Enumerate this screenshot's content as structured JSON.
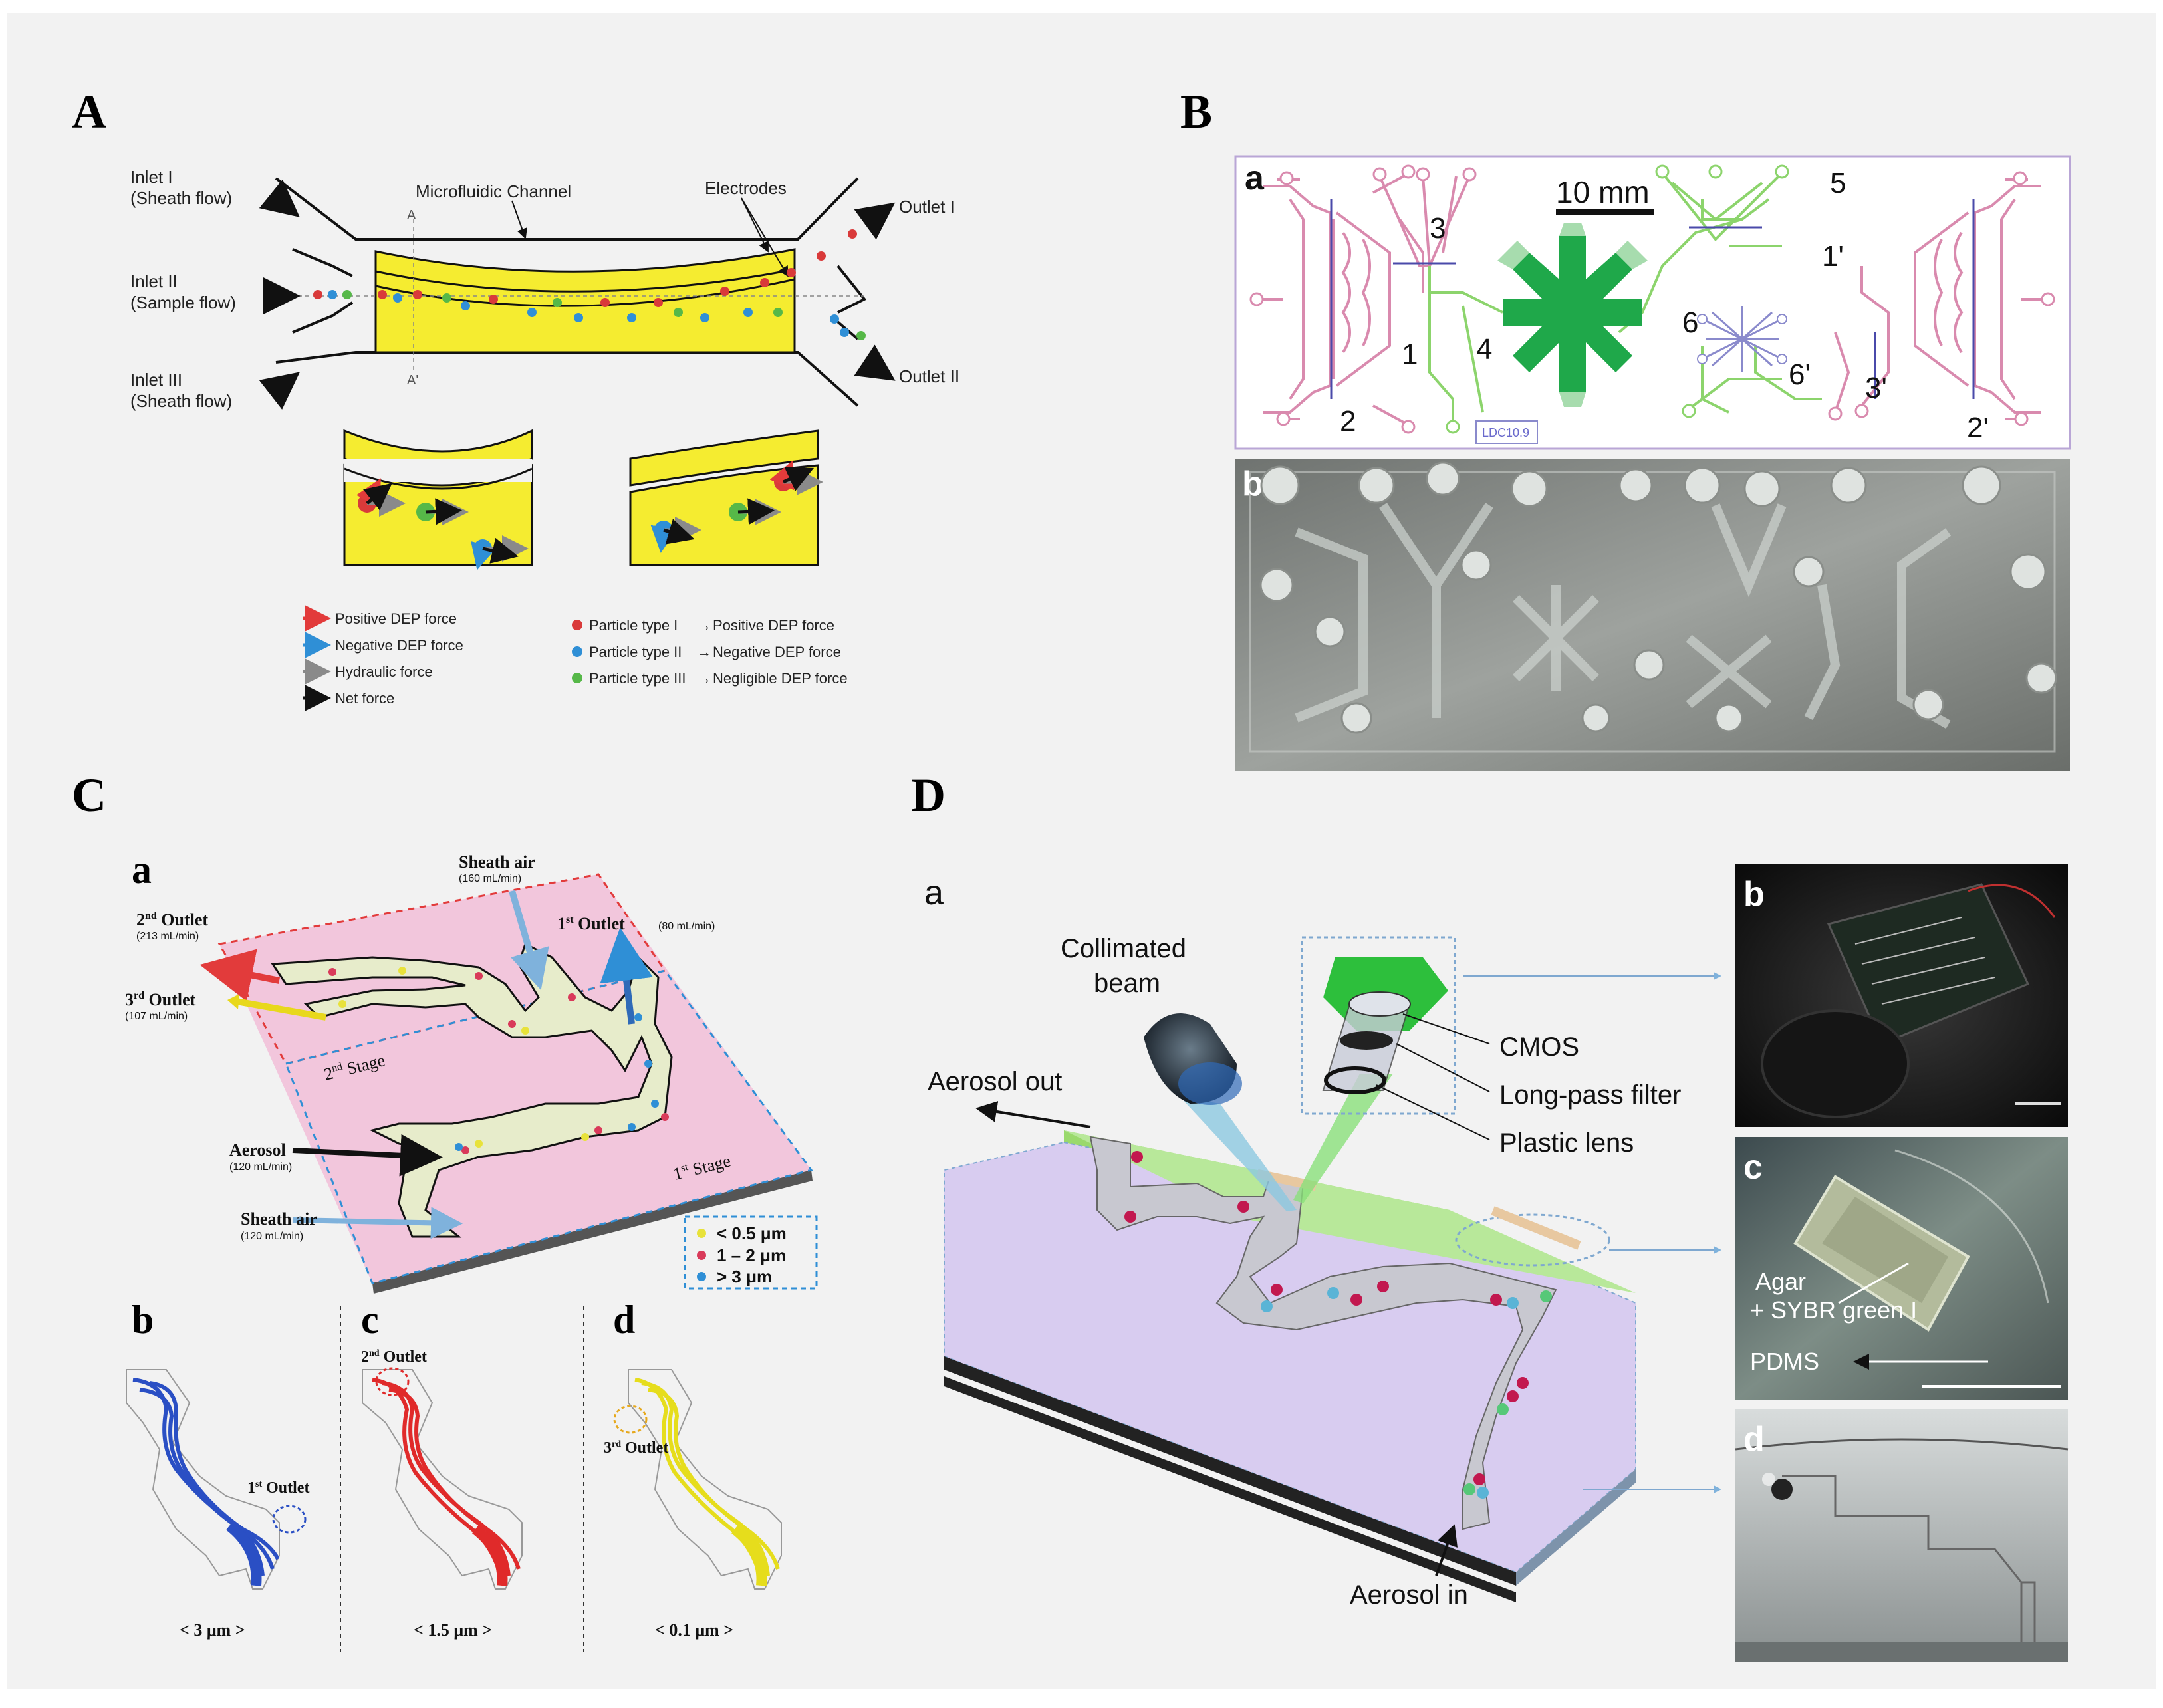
{
  "colors": {
    "background": "#f2f2f2",
    "yellow_channel": "#f5ec30",
    "pink_stage": "#f2c6dc",
    "chip_purple": "#cdbde6",
    "chip_green": "#8cd46c",
    "electrode_green": "#1fa84a",
    "particle_red": "#d93a3a",
    "particle_blue": "#2f8fd6",
    "particle_green": "#56b848",
    "particle_yellow": "#e8e23a",
    "trajectory_blue": "#2a4fc4",
    "trajectory_red": "#e02a2a",
    "trajectory_yellow": "#e6dd1c"
  },
  "panel_letters": {
    "A": "A",
    "B": "B",
    "C": "C",
    "D": "D"
  },
  "panel_A": {
    "inlet1": [
      "Inlet I",
      "(Sheath flow)"
    ],
    "inlet2": [
      "Inlet II",
      "(Sample flow)"
    ],
    "inlet3": [
      "Inlet III",
      "(Sheath flow)"
    ],
    "channel_label": "Microfluidic Channel",
    "electrodes_label": "Electrodes",
    "outlet1": "Outlet I",
    "outlet2": "Outlet II",
    "section_top": "A",
    "section_bottom": "A'",
    "legend_forces": [
      {
        "label": "Positive DEP force",
        "color": "#e23b3b"
      },
      {
        "label": "Negative DEP force",
        "color": "#2f8fd6"
      },
      {
        "label": "Hydraulic force",
        "color": "#8a8a8a"
      },
      {
        "label": "Net force",
        "color": "#111111"
      }
    ],
    "legend_particles": [
      {
        "label": "Particle type I",
        "effect": "Positive DEP force",
        "color": "#d93a3a"
      },
      {
        "label": "Particle type II",
        "effect": "Negative DEP force",
        "color": "#2f8fd6"
      },
      {
        "label": "Particle type III",
        "effect": "Negligible DEP force",
        "color": "#56b848"
      }
    ]
  },
  "panel_B": {
    "sub_a": "a",
    "sub_b": "b",
    "scale_bar": "10 mm",
    "chip_label": "LDC10.9",
    "numbers": [
      "1",
      "2",
      "3",
      "4",
      "5",
      "6",
      "6'",
      "1'",
      "3'",
      "2'"
    ]
  },
  "panel_C": {
    "sub_a": "a",
    "sub_b": "b",
    "sub_c": "c",
    "sub_d": "d",
    "sheath_air_top": "Sheath air",
    "sheath_air_top_flow": "(160 mL/min)",
    "outlet2_a": "2",
    "outlet2_b": "nd",
    "outlet2_c": " Outlet",
    "outlet2_flow": "(213 mL/min)",
    "outlet3_a": "3",
    "outlet3_b": "rd",
    "outlet3_c": " Outlet",
    "outlet3_flow": "(107 mL/min)",
    "outlet1_a": "1",
    "outlet1_b": "st",
    "outlet1_c": " Outlet",
    "outlet1_flow": "(80 mL/min)",
    "stage2_a": "2",
    "stage2_b": "nd",
    "stage2_c": " Stage",
    "stage1_a": "1",
    "stage1_b": "st",
    "stage1_c": " Stage",
    "aerosol": "Aerosol",
    "aerosol_flow": "(120 mL/min)",
    "sheath_air_bottom": "Sheath air",
    "sheath_air_bottom_flow": "(120 mL/min)",
    "size_legend": [
      {
        "label": "< 0.5 μm",
        "color": "#e8e23a"
      },
      {
        "label": "1 – 2 μm",
        "color": "#d93a5a"
      },
      {
        "label": "> 3 μm",
        "color": "#2f8fd6"
      }
    ],
    "b_outlet_a": "1",
    "b_outlet_b": "st",
    "b_outlet_c": " Outlet",
    "c_outlet_a": "2",
    "c_outlet_b": "nd",
    "c_outlet_c": " Outlet",
    "d_outlet_a": "3",
    "d_outlet_b": "rd",
    "d_outlet_c": " Outlet",
    "b_size": "< 3 μm >",
    "c_size": "< 1.5 μm >",
    "d_size": "< 0.1 μm >"
  },
  "panel_D": {
    "sub_a": "a",
    "sub_b": "b",
    "sub_c": "c",
    "sub_d": "d",
    "collimated_beam": [
      "Collimated",
      "beam"
    ],
    "cmos": "CMOS",
    "long_pass_filter": "Long-pass filter",
    "plastic_lens": "Plastic lens",
    "aerosol_out": "Aerosol out",
    "aerosol_in": "Aerosol in",
    "agar": "Agar",
    "sybr": "+ SYBR green I",
    "pdms": "PDMS"
  }
}
